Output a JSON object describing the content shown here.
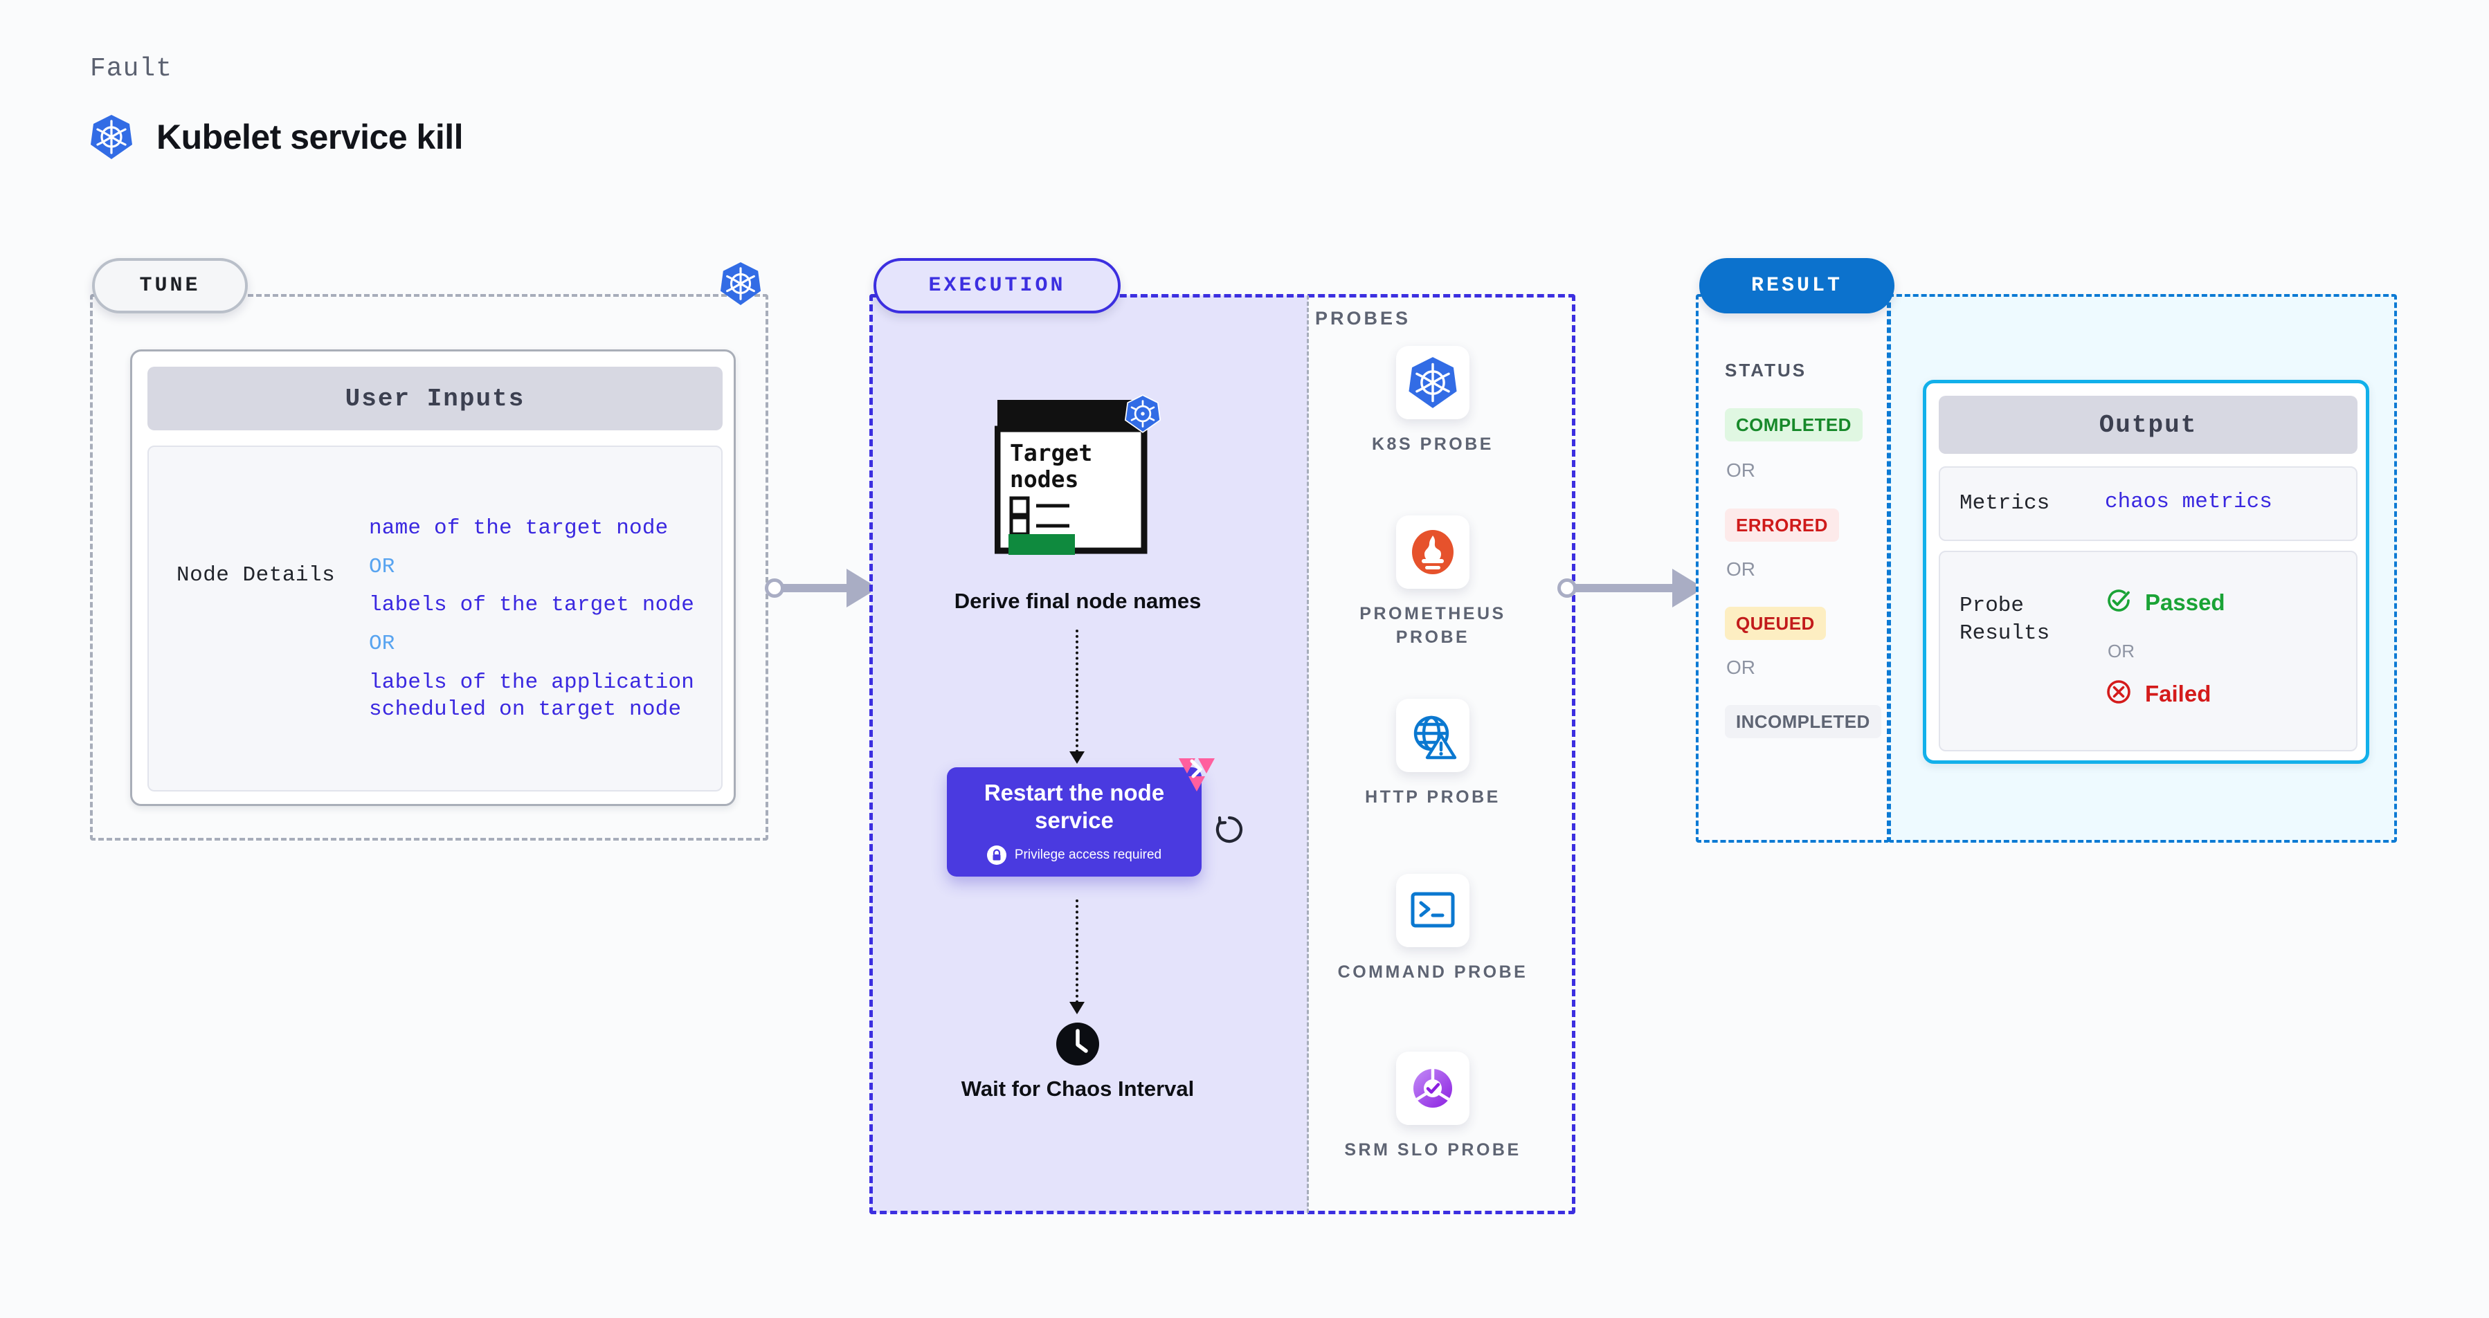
{
  "header": {
    "eyebrow": "Fault",
    "title": "Kubelet service kill",
    "logo_icon": "kubernetes-icon"
  },
  "tune": {
    "chip_label": "TUNE",
    "badge_icon": "kubernetes-icon",
    "card": {
      "header": "User Inputs",
      "rows": [
        {
          "key": "Node Details",
          "values": [
            "name of the target node",
            "labels of the target node",
            "labels of the application scheduled on target node"
          ],
          "separator": "OR"
        }
      ]
    }
  },
  "execution": {
    "chip_label": "EXECUTION",
    "steps": [
      {
        "id": "derive-final-node-names",
        "icon": "target-nodes-document-icon",
        "doc_title": "Target nodes",
        "badge_icon": "kubernetes-icon",
        "caption": "Derive final node names"
      },
      {
        "id": "restart-the-node-service",
        "title": "Restart the node service",
        "privilege_note": "Privilege access required",
        "privilege_icon": "lock-icon",
        "corner_icon": "chaos-badge-icon",
        "side_icon": "repeat-icon"
      },
      {
        "id": "wait-for-chaos-interval",
        "icon": "clock-icon",
        "caption": "Wait for Chaos Interval"
      }
    ],
    "probes": {
      "label": "PROBES",
      "items": [
        {
          "label": "K8S PROBE",
          "icon": "kubernetes-icon"
        },
        {
          "label": "PROMETHEUS PROBE",
          "icon": "prometheus-icon"
        },
        {
          "label": "HTTP PROBE",
          "icon": "globe-warning-icon"
        },
        {
          "label": "COMMAND PROBE",
          "icon": "terminal-icon"
        },
        {
          "label": "SRM SLO PROBE",
          "icon": "srm-slo-donut-icon"
        }
      ]
    }
  },
  "result": {
    "chip_label": "RESULT",
    "status": {
      "label": "STATUS",
      "separator": "OR",
      "badges": [
        {
          "text": "COMPLETED",
          "bg": "#e0f7e2",
          "fg": "#17892a"
        },
        {
          "text": "ERRORED",
          "bg": "#fdeaea",
          "fg": "#cf1a1a"
        },
        {
          "text": "QUEUED",
          "bg": "#fdeec2",
          "fg": "#c21b1b"
        },
        {
          "text": "INCOMPLETED",
          "bg": "#f1f2f6",
          "fg": "#5e6473"
        }
      ]
    },
    "output": {
      "header": "Output",
      "metrics_key": "Metrics",
      "metrics_value": "chaos metrics",
      "probe_results_key": "Probe Results",
      "separator": "OR",
      "verdicts": [
        {
          "text": "Passed",
          "icon": "check-circle-icon",
          "color": "#1aa336"
        },
        {
          "text": "Failed",
          "icon": "x-circle-icon",
          "color": "#d41b1b"
        }
      ]
    }
  },
  "colors": {
    "tune_border": "#a7adba",
    "execution_border": "#3c2fe0",
    "execution_fill": "#e4e3fb",
    "result_border": "#0c7ad4",
    "result_fill": "#eefaff",
    "accent_purple": "#4a3ae0",
    "accent_blue": "#12b0ea",
    "k8s_blue": "#326ce5",
    "connector_grey": "#a9adc4"
  }
}
